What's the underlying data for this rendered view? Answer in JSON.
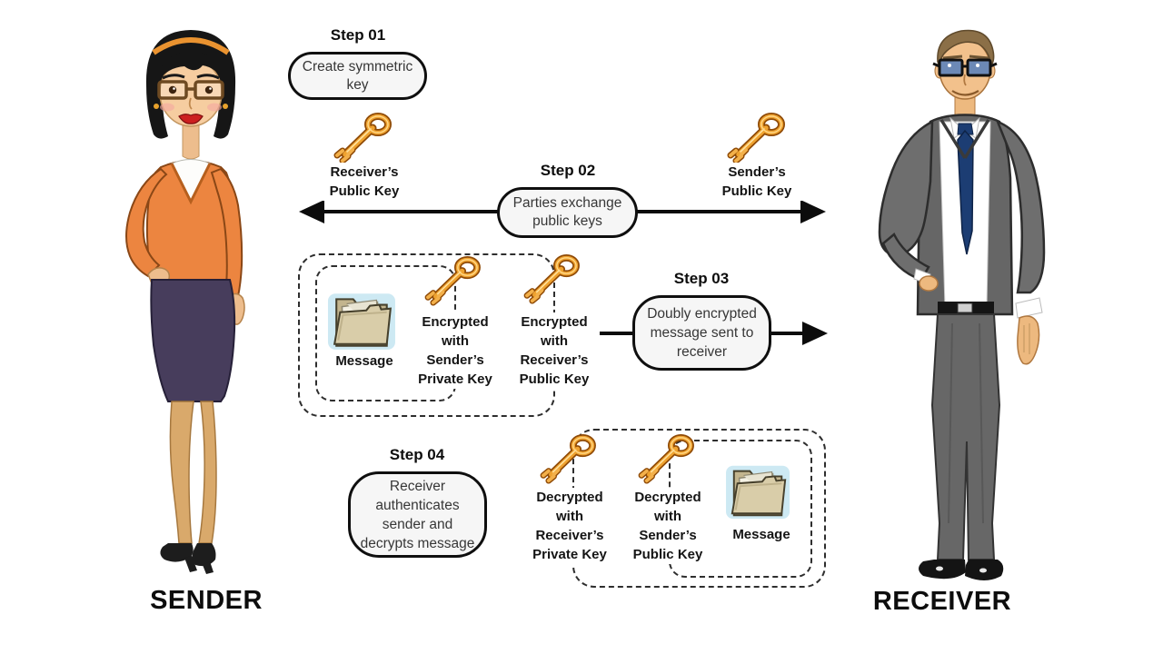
{
  "sender": {
    "label": "SENDER"
  },
  "receiver": {
    "label": "RECEIVER"
  },
  "step1": {
    "title": "Step 01",
    "text": "Create symmetric\nkey"
  },
  "step2": {
    "title": "Step 02",
    "text": "Parties exchange\npublic keys"
  },
  "step3": {
    "title": "Step 03",
    "text": "Doubly encrypted\nmessage sent to\nreceiver"
  },
  "step4": {
    "title": "Step 04",
    "text": "Receiver\nauthenticates\nsender and\ndecrypts message"
  },
  "labels": {
    "receivers_public_key": "Receiver’s\nPublic Key",
    "senders_public_key": "Sender’s\nPublic Key",
    "encrypted_sender_private": "Encrypted\nwith\nSender’s\nPrivate Key",
    "encrypted_receiver_public": "Encrypted\nwith\nReceiver’s\nPublic Key",
    "decrypted_receiver_private": "Decrypted\nwith\nReceiver’s\nPrivate Key",
    "decrypted_sender_public": "Decrypted\nwith\nSender’s\nPublic Key",
    "message_outgoing": "Message",
    "message_incoming": "Message"
  },
  "icons": {
    "key": "gold-skeleton-key",
    "message": "manila-folder"
  },
  "colors": {
    "background": "#ffffff",
    "line_black": "#0c0c0c",
    "box_fill": "#f6f6f6",
    "key_gold": "#efa22f",
    "folder_tan": "#d9cda9",
    "sender_sweater_orange": "#ec8540",
    "sender_skirt_purple": "#473d5c",
    "receiver_suit_gray": "#6a6a6a",
    "receiver_tie_navy": "#1c3d73"
  }
}
